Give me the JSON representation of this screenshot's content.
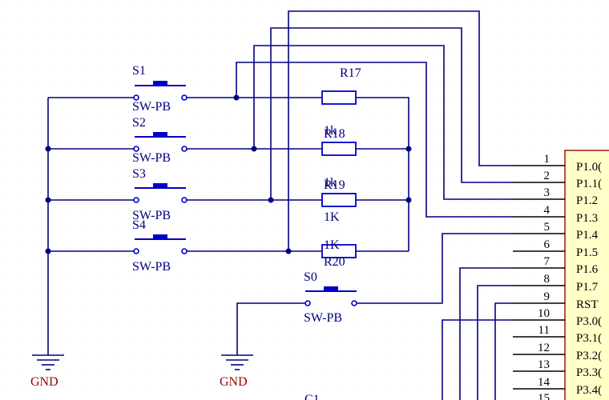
{
  "switches": [
    {
      "ref": "S1",
      "value": "SW-PB"
    },
    {
      "ref": "S2",
      "value": "SW-PB"
    },
    {
      "ref": "S3",
      "value": "SW-PB"
    },
    {
      "ref": "S4",
      "value": "SW-PB"
    },
    {
      "ref": "S0",
      "value": "SW-PB"
    }
  ],
  "resistors": [
    {
      "ref": "R17",
      "value": "1k"
    },
    {
      "ref": "R18",
      "value": "1k"
    },
    {
      "ref": "R19",
      "value": "1K"
    },
    {
      "ref": "R20",
      "value": "1K"
    }
  ],
  "ground": {
    "label": "GND"
  },
  "mcu": {
    "pins": [
      {
        "num": "1",
        "name": "P1.0("
      },
      {
        "num": "2",
        "name": "P1.1("
      },
      {
        "num": "3",
        "name": "P1.2"
      },
      {
        "num": "4",
        "name": "P1.3"
      },
      {
        "num": "5",
        "name": "P1.4"
      },
      {
        "num": "6",
        "name": "P1.5"
      },
      {
        "num": "7",
        "name": "P1.6"
      },
      {
        "num": "8",
        "name": "P1.7"
      },
      {
        "num": "9",
        "name": "RST"
      },
      {
        "num": "10",
        "name": "P3.0("
      },
      {
        "num": "11",
        "name": "P3.1("
      },
      {
        "num": "12",
        "name": "P3.2("
      },
      {
        "num": "13",
        "name": "P3.3("
      },
      {
        "num": "14",
        "name": "P3.4("
      },
      {
        "num": "15",
        "name": ""
      }
    ]
  },
  "partial_label": "C1",
  "colors": {
    "wire": "#000080",
    "symbol": "#0000c8",
    "body": "#ffffc8",
    "border": "#a00000"
  }
}
